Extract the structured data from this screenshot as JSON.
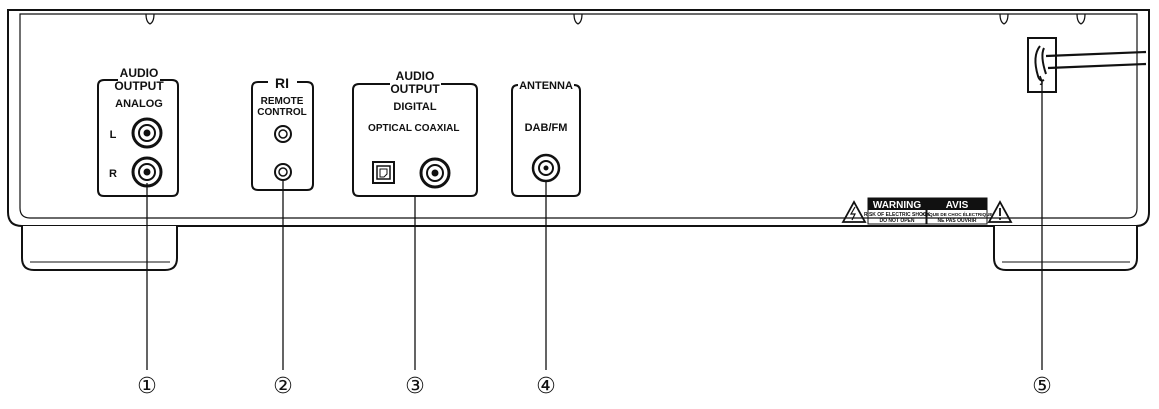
{
  "panels": {
    "analog": {
      "title_line1": "AUDIO",
      "title_line2": "OUTPUT",
      "subtitle": "ANALOG",
      "left_label": "L",
      "right_label": "R"
    },
    "remote": {
      "title": "RI",
      "line1": "REMOTE",
      "line2": "CONTROL"
    },
    "digital": {
      "title_line1": "AUDIO",
      "title_line2": "OUTPUT",
      "subtitle": "DIGITAL",
      "optical_label": "OPTICAL",
      "coaxial_label": "COAXIAL"
    },
    "antenna": {
      "title": "ANTENNA",
      "subtitle": "DAB/FM"
    }
  },
  "warning": {
    "warning_title": "WARNING",
    "warning_line1": "RISK OF ELECTRIC SHOCK",
    "warning_line2": "DO NOT OPEN",
    "avis_title": "AVIS",
    "avis_line1": "RISQUE DE CHOC ÉLECTRIQUE",
    "avis_line2": "NE PAS OUVRIR"
  },
  "callouts": [
    "①",
    "②",
    "③",
    "④",
    "⑤"
  ],
  "colors": {
    "ink": "#111111",
    "background": "#ffffff",
    "warning_fill": "#111111"
  }
}
